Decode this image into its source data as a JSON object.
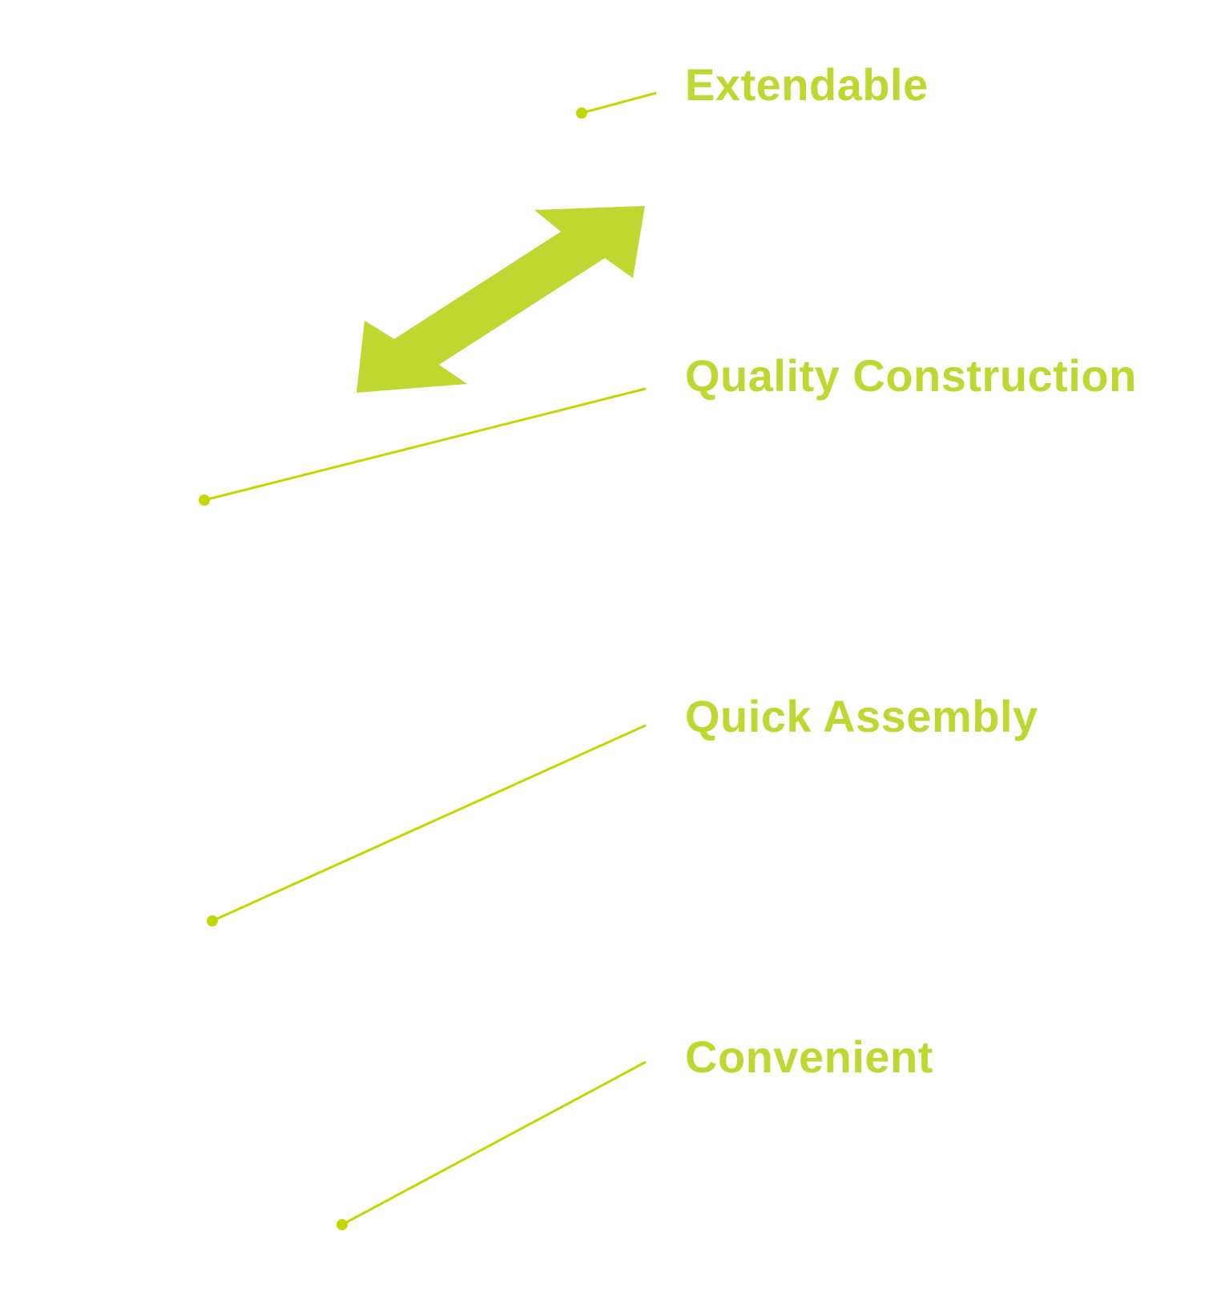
{
  "colors": {
    "accent": "#bfd730",
    "line": "#c3d600"
  },
  "features": [
    {
      "id": "extendable",
      "label": "Extendable"
    },
    {
      "id": "quality-construction",
      "label": "Quality Construction"
    },
    {
      "id": "quick-assembly",
      "label": "Quick Assembly"
    },
    {
      "id": "convenient",
      "label": "Convenient"
    }
  ],
  "icons": {
    "extend_arrow": "double-headed-diagonal-arrow"
  }
}
